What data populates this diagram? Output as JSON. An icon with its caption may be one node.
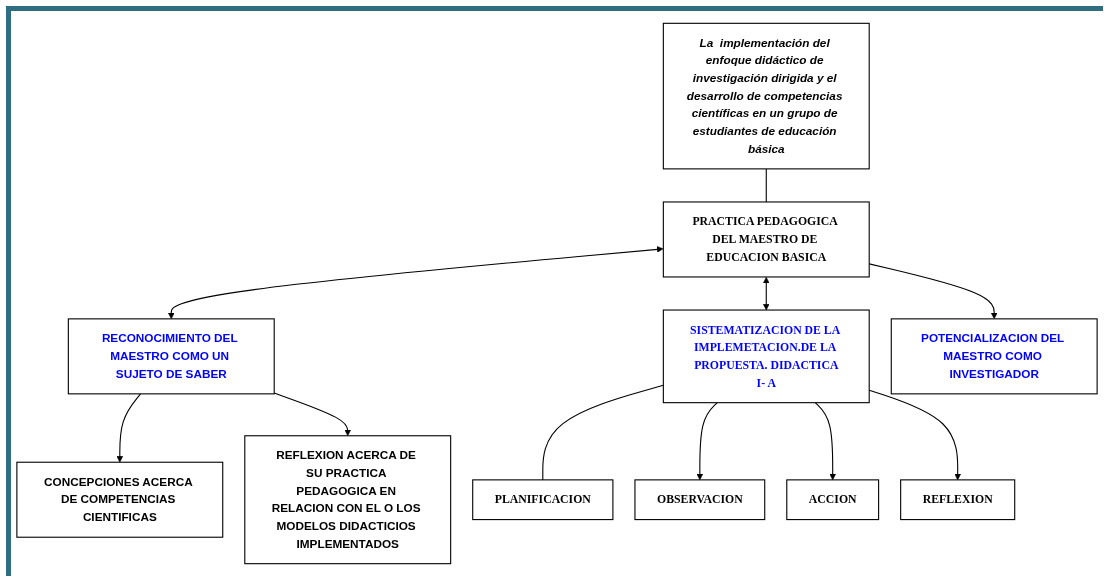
{
  "diagram": {
    "nodes": [
      {
        "text": [
          "La  implementación del enfoque didáctico de investigación dirigida y el desarrollo de competencias científicas en un grupo de estudiantes de educación básica"
        ]
      },
      {
        "text": [
          "RECONOCIMIENTO DEL MAESTRO COMO UN SUJETO DE SABER"
        ]
      },
      {
        "text": [
          "PRACTICA PEDAGOGICA DEL MAESTRO DE EDUCACION BASICA"
        ]
      },
      {
        "text": [
          "SISTEMATIZACION DE LA IMPLEMETACION.DE LA PROPUESTA. DIDACTICA",
          "I- A"
        ]
      },
      {
        "text": [
          "CONCEPCIONES ACERCA DE COMPETENCIAS CIENTIFICAS"
        ]
      },
      {
        "text": [
          "REFLEXION ACERCA DE SU PRACTICA PEDAGOGICA EN RELACION CON EL O LOS MODELOS DIDACTICIOS IMPLEMENTADOS"
        ]
      },
      {
        "text": [
          "POTENCIALIZACION DEL MAESTRO COMO INVESTIGADOR"
        ]
      },
      {
        "text": [
          "PLANIFICACION"
        ]
      },
      {
        "text": [
          "OBSERVACION"
        ]
      },
      {
        "text": [
          "REFLEXION"
        ]
      },
      {
        "text": [
          "ACCION"
        ]
      }
    ],
    "edges": [
      {
        "from": 0,
        "to": 2,
        "arrow": "none"
      },
      {
        "from": 2,
        "to": 1,
        "arrow": "both"
      },
      {
        "from": 2,
        "to": 3,
        "arrow": "both"
      },
      {
        "from": 1,
        "to": 4,
        "arrow": "to"
      },
      {
        "from": 1,
        "to": 5,
        "arrow": "to"
      },
      {
        "from": 2,
        "to": 6,
        "arrow": "to"
      },
      {
        "from": 3,
        "to": 7,
        "arrow": "none"
      },
      {
        "from": 3,
        "to": 8,
        "arrow": "to"
      },
      {
        "from": 3,
        "to": 10,
        "arrow": "to"
      },
      {
        "from": 3,
        "to": 9,
        "arrow": "to"
      }
    ]
  }
}
